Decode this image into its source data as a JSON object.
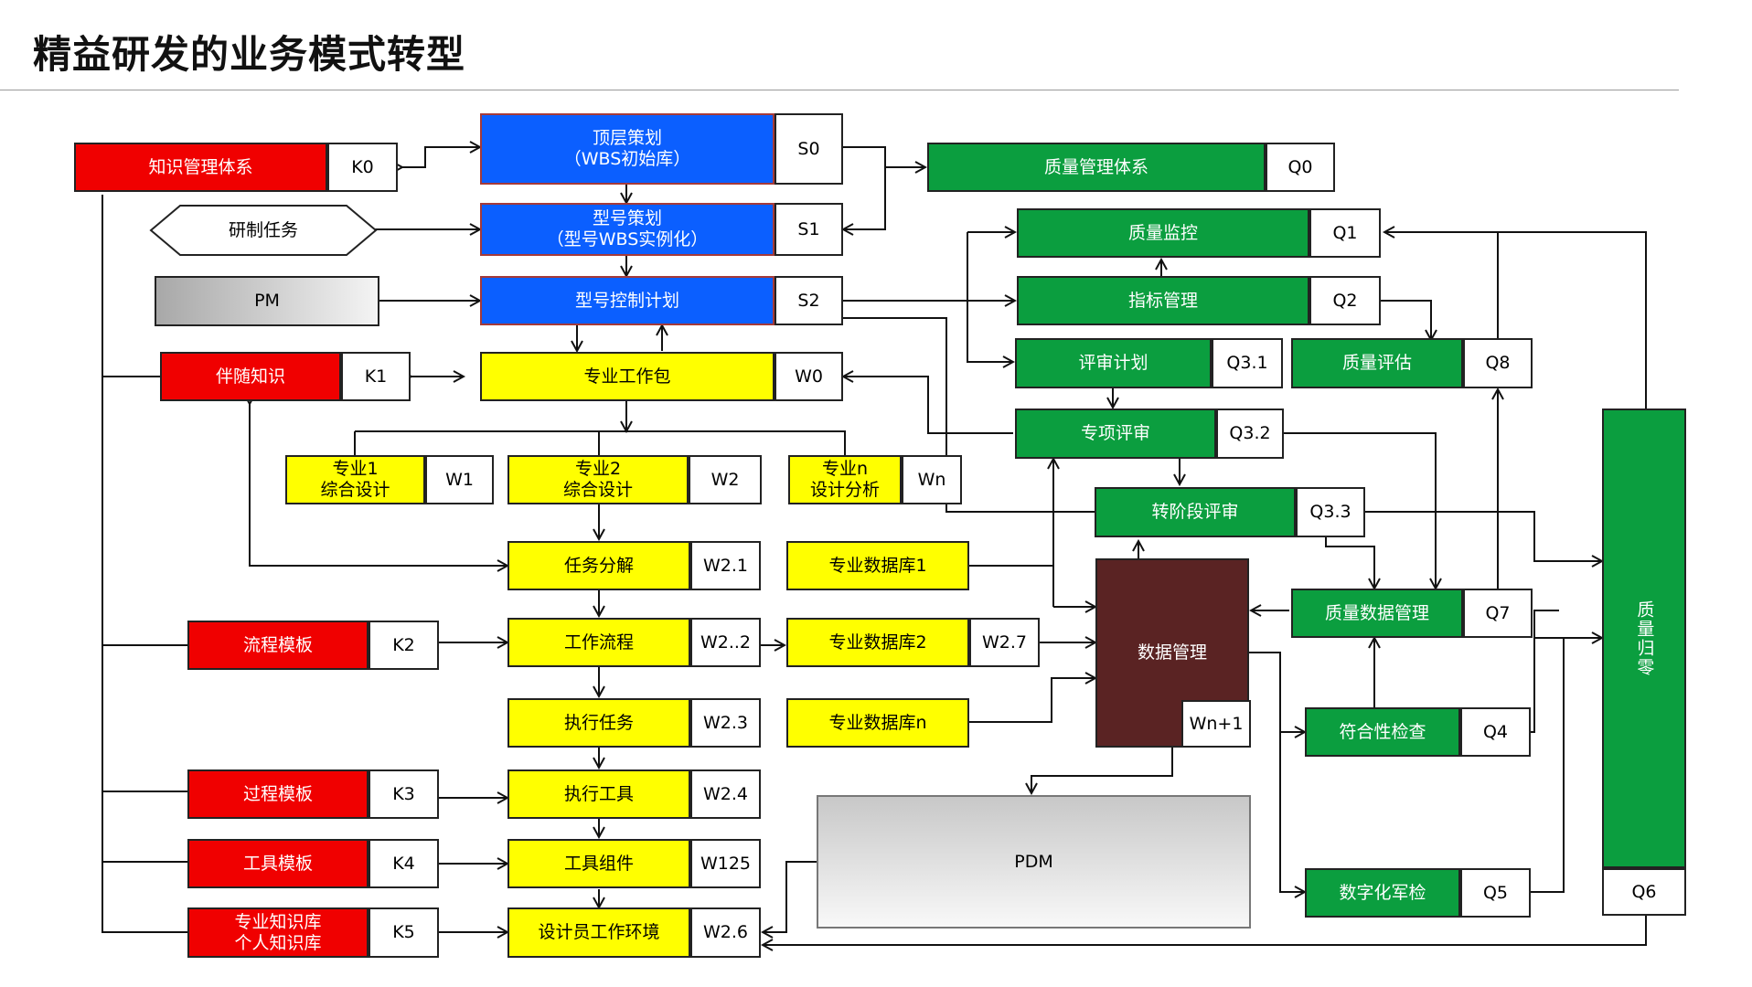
{
  "page": {
    "title": "精益研发的业务模式转型"
  },
  "nodes": {
    "top_planning": "顶层策划\n（WBS初始库）",
    "s0": "S0",
    "model_planning": "型号策划\n（型号WBS实例化）",
    "s1": "S1",
    "model_control_plan": "型号控制计划",
    "s2": "S2",
    "knowledge_system": "知识管理体系",
    "k0": "K0",
    "dev_task": "研制任务",
    "pm": "PM",
    "companion_knowledge": "伴随知识",
    "k1": "K1",
    "work_package": "专业工作包",
    "w0": "W0",
    "quality_system": "质量管理体系",
    "q0": "Q0",
    "quality_monitor": "质量监控",
    "q1": "Q1",
    "indicator_mgmt": "指标管理",
    "q2": "Q2",
    "review_plan": "评审计划",
    "q31": "Q3.1",
    "quality_eval": "质量评估",
    "q8": "Q8",
    "special_review": "专项评审",
    "q32": "Q3.2",
    "stage_review": "转阶段评审",
    "q33": "Q3.3",
    "spec1": "专业1\n综合设计",
    "w1": "W1",
    "spec2": "专业2\n综合设计",
    "w2": "W2",
    "specn": "专业n\n设计分析",
    "wn": "Wn",
    "task_decomp": "任务分解",
    "w21": "W2.1",
    "spec_db1": "专业数据库1",
    "data_mgmt": "数据管理",
    "wn1": "Wn+1",
    "quality_data_mgmt": "质量数据管理",
    "q7": "Q7",
    "process_template": "流程模板",
    "k2": "K2",
    "workflow": "工作流程",
    "w22": "W2..2",
    "spec_db2": "专业数据库2",
    "w27": "W2.7",
    "execute_task": "执行任务",
    "w23": "W2.3",
    "spec_dbn": "专业数据库n",
    "conformity_check": "符合性检查",
    "q4": "Q4",
    "proc_template": "过程模板",
    "k3": "K3",
    "execute_tool": "执行工具",
    "w24": "W2.4",
    "tool_template": "工具模板",
    "k4": "K4",
    "tool_component": "工具组件",
    "w125": "W125",
    "pdm": "PDM",
    "digital_check": "数字化军检",
    "q5": "Q5",
    "spec_knowledge": "专业知识库\n个人知识库",
    "k5": "K5",
    "designer_env": "设计员工作环境",
    "w26": "W2.6",
    "quality_zero": "质量归零",
    "q6": "Q6"
  },
  "colors": {
    "blue": "#0b5fff",
    "green": "#0b9e3f",
    "red": "#f00000",
    "yellow": "#ffff00",
    "brown": "#5a2323"
  }
}
